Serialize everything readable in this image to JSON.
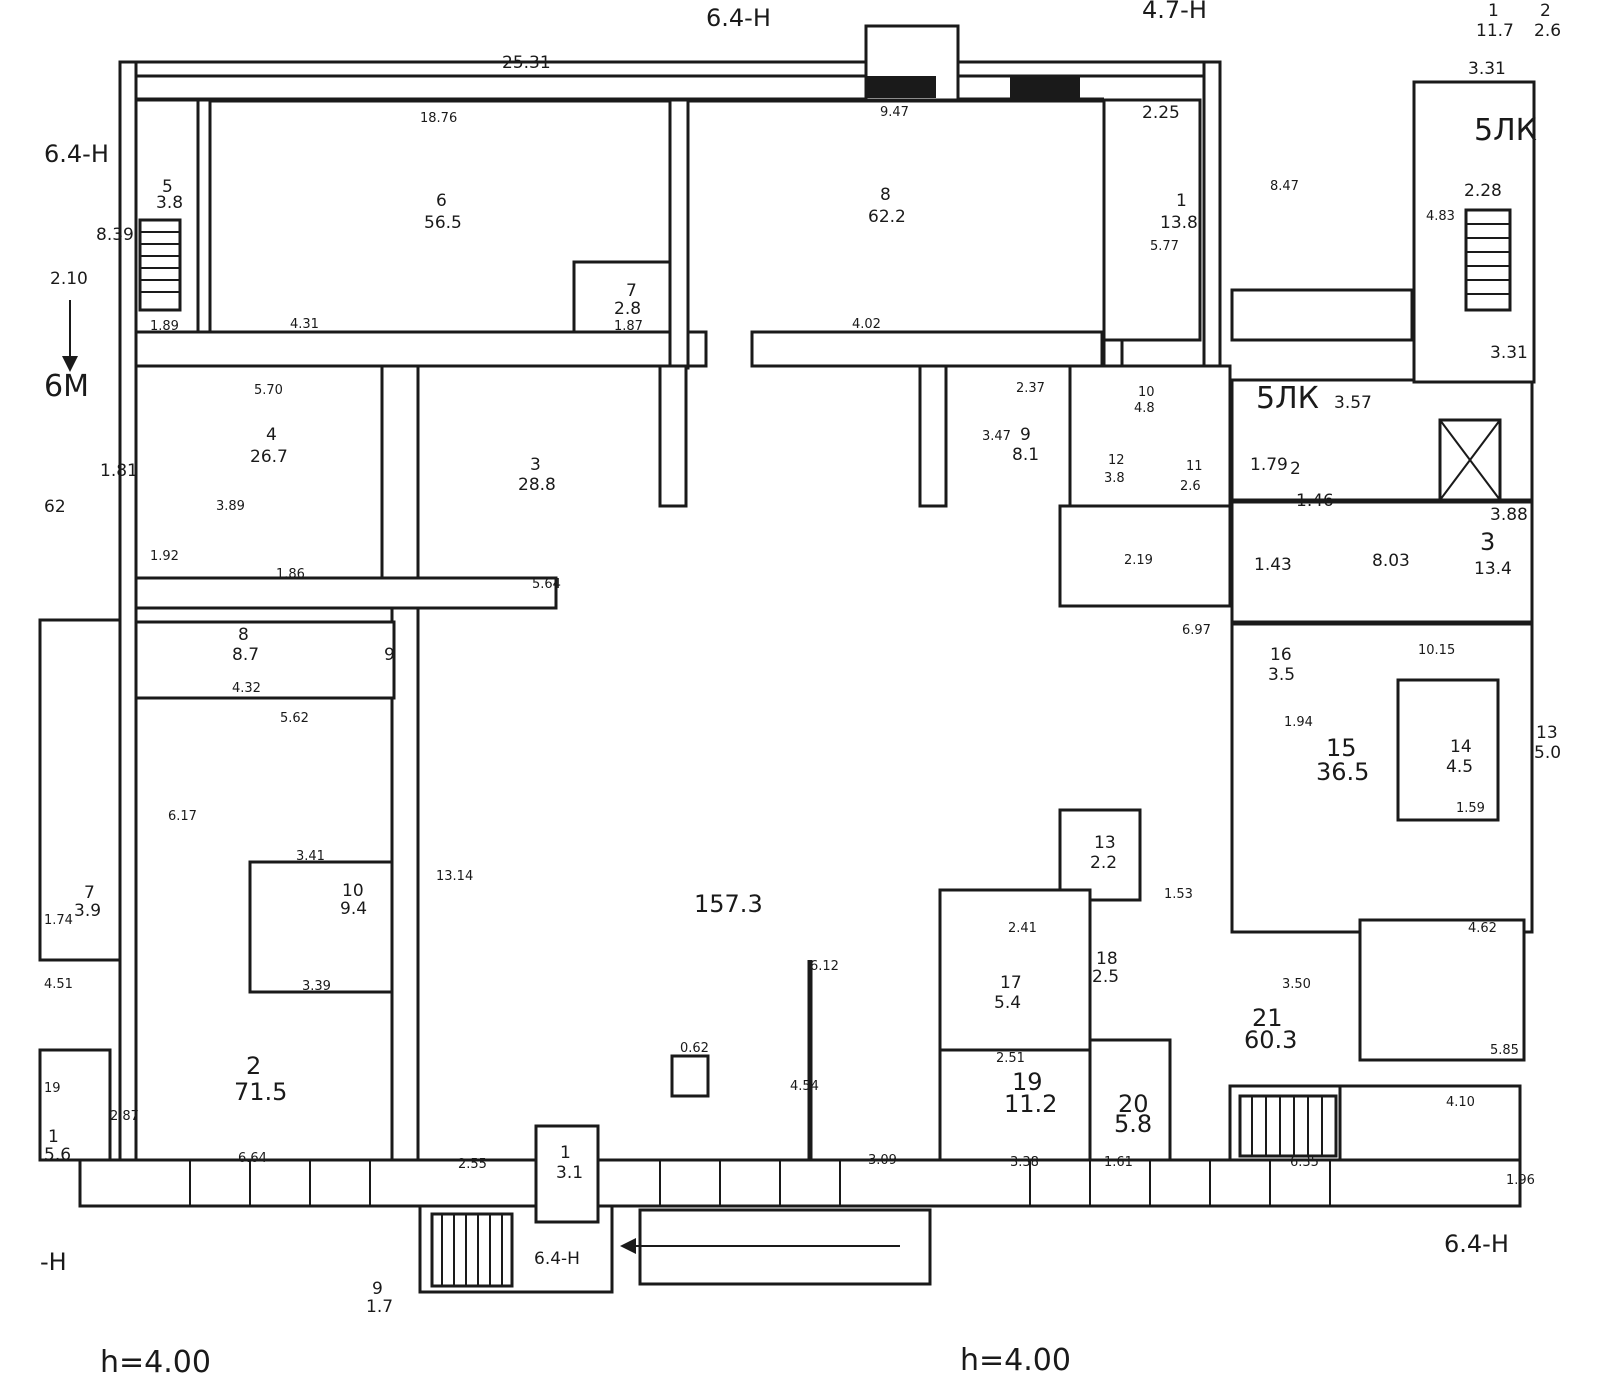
{
  "plan": {
    "height_left": "h=4.00",
    "height_right": "h=4.00",
    "markers": {
      "top_a": "6.4-Н",
      "top_b": "4.7-Н",
      "left_a": "6.4-Н",
      "left_b": "6М",
      "right_a": "5ЛК",
      "right_b": "5ЛК",
      "bottom_entry": "6.4-Н",
      "bottom_right": "6.4-Н",
      "bottom_left": "-Н"
    },
    "dims": {
      "top_total": "25.31",
      "d1876": "18.76",
      "d947": "9.47",
      "d225": "2.25",
      "d331": "3.31",
      "d228": "2.28",
      "d331b": "3.31",
      "d357": "3.57",
      "d839": "8.39",
      "d210": "2.10",
      "d570": "5.70",
      "d431": "4.31",
      "d402": "4.02",
      "d389": "3.89",
      "d186": "1.86",
      "d562": "5.62",
      "d432": "4.32",
      "d341": "3.41",
      "d339": "3.39",
      "d664": "6.64",
      "d255": "2.55",
      "d309": "3.09",
      "d338": "3.38",
      "d161": "1.61",
      "d635": "6.35",
      "d410": "4.10",
      "d196": "1.96",
      "d803": "8.03",
      "d388": "3.88",
      "d146": "1.46",
      "d1015": "10.15",
      "d462": "4.62",
      "d585": "5.85",
      "d350": "3.50",
      "d697": "6.97",
      "d219": "2.19",
      "d241": "2.41",
      "d251": "2.51",
      "d1314": "13.14",
      "d617": "6.17",
      "d612": "6.12",
      "d454": "4.54",
      "d847": "8.47",
      "d577": "5.77",
      "d483": "4.83",
      "d159": "1.59",
      "d451": "4.51",
      "d174": "1.74",
      "d287": "2.87",
      "d062": "0.62",
      "d237": "2.37",
      "d347": "3.47",
      "d153": "1.53",
      "d143": "1.43",
      "d179": "1.79",
      "d181": "1.81",
      "d62": "62",
      "d192": "1.92",
      "d189": "1.89",
      "d187": "1.87",
      "d194": "1.94",
      "d564": "5.64",
      "d19": "19"
    },
    "rooms": {
      "r6_num": "6",
      "r6_area": "56.5",
      "r8_num": "8",
      "r8_area": "62.2",
      "r4_num": "4",
      "r4_area": "26.7",
      "r3_num": "3",
      "r3_area": "28.8",
      "r5_num": "5",
      "r5_area": "3.8",
      "r7_num": "7",
      "r7_area": "2.8",
      "r1_num": "1",
      "r1_area": "13.8",
      "rr9_num": "9",
      "rr9_area": "8.1",
      "rr10_num": "10",
      "rr10_area": "4.8",
      "rr12_num": "12",
      "rr12_area": "3.8",
      "rr11_num": "11",
      "rr11_area": "2.6",
      "rl8_num": "8",
      "rl8_area": "8.7",
      "rl9_num": "9",
      "rl7_num": "7",
      "rl7_area": "3.9",
      "rl10_num": "10",
      "rl10_area": "9.4",
      "rl2_num": "2",
      "rl2_area": "71.5",
      "rl1_num": "1",
      "rl1_area": "5.6",
      "rmain_area": "157.3",
      "rsm1_num": "1",
      "rsm1_area": "3.1",
      "rb9_num": "9",
      "rb9_area": "1.7",
      "rr13_num": "13",
      "rr13_area": "2.2",
      "rr17_num": "17",
      "rr17_area": "5.4",
      "rr18_num": "18",
      "rr18_area": "2.5",
      "rr19_num": "19",
      "rr19_area": "11.2",
      "rr20_num": "20",
      "rr20_area": "5.8",
      "rr21_num": "21",
      "rr21_area": "60.3",
      "rx15_num": "15",
      "rx15_area": "36.5",
      "rx16_num": "16",
      "rx16_area": "3.5",
      "rx14_num": "14",
      "rx14_area": "4.5",
      "rx13_num": "13",
      "rx13_area": "5.0",
      "rx2_num": "2",
      "rx3_num": "3",
      "rx3_area": "13.4",
      "rtr1": "1",
      "rtr1a": "11.7",
      "rtr2": "2",
      "rtr2a": "2.6"
    }
  }
}
